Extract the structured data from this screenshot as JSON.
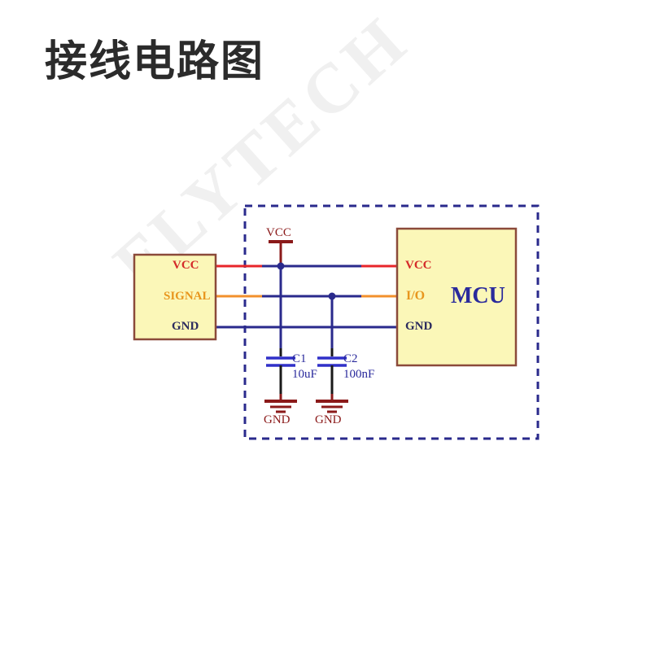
{
  "page": {
    "title": "接线电路图",
    "background_color": "#ffffff"
  },
  "watermark": {
    "text": "FLYTECH",
    "color": "#f0f0f0"
  },
  "colors": {
    "wire_blue": "#2a2a8c",
    "wire_red": "#e8252a",
    "wire_orange": "#f2902c",
    "block_fill": "#fbf7b8",
    "block_stroke": "#8b4a3a",
    "ground_dark_red": "#8b1a1a",
    "label_red": "#d42a2a",
    "label_orange": "#e8961e",
    "label_darkblue": "#2b2b5e",
    "mcu_text_blue": "#2a2a9c",
    "cap_blue": "#3030c8",
    "dashed_box": "#2a2a8c",
    "lead_black": "#1a1a1a"
  },
  "sensor_module": {
    "name": "sensor-module",
    "pins": [
      {
        "label": "VCC",
        "color": "#d42a2a"
      },
      {
        "label": "SIGNAL",
        "color": "#e8961e"
      },
      {
        "label": "GND",
        "color": "#2b2b5e"
      }
    ]
  },
  "mcu_block": {
    "name": "mcu",
    "title": "MCU",
    "pins": [
      {
        "label": "VCC",
        "color": "#d42a2a"
      },
      {
        "label": "I/O",
        "color": "#e8961e"
      },
      {
        "label": "GND",
        "color": "#2b2b5e"
      }
    ]
  },
  "power_symbol": {
    "label": "VCC"
  },
  "capacitors": [
    {
      "ref": "C1",
      "value": "10uF",
      "ground_label": "GND"
    },
    {
      "ref": "C2",
      "value": "100nF",
      "ground_label": "GND"
    }
  ],
  "nets": [
    {
      "name": "VCC",
      "color": "#e8252a",
      "from": "sensor-module.VCC",
      "to": "mcu.VCC"
    },
    {
      "name": "SIGNAL",
      "color": "#f2902c",
      "from": "sensor-module.SIGNAL",
      "to": "mcu.I/O"
    },
    {
      "name": "GND",
      "color": "#2a2a8c",
      "from": "sensor-module.GND",
      "to": "mcu.GND"
    }
  ]
}
